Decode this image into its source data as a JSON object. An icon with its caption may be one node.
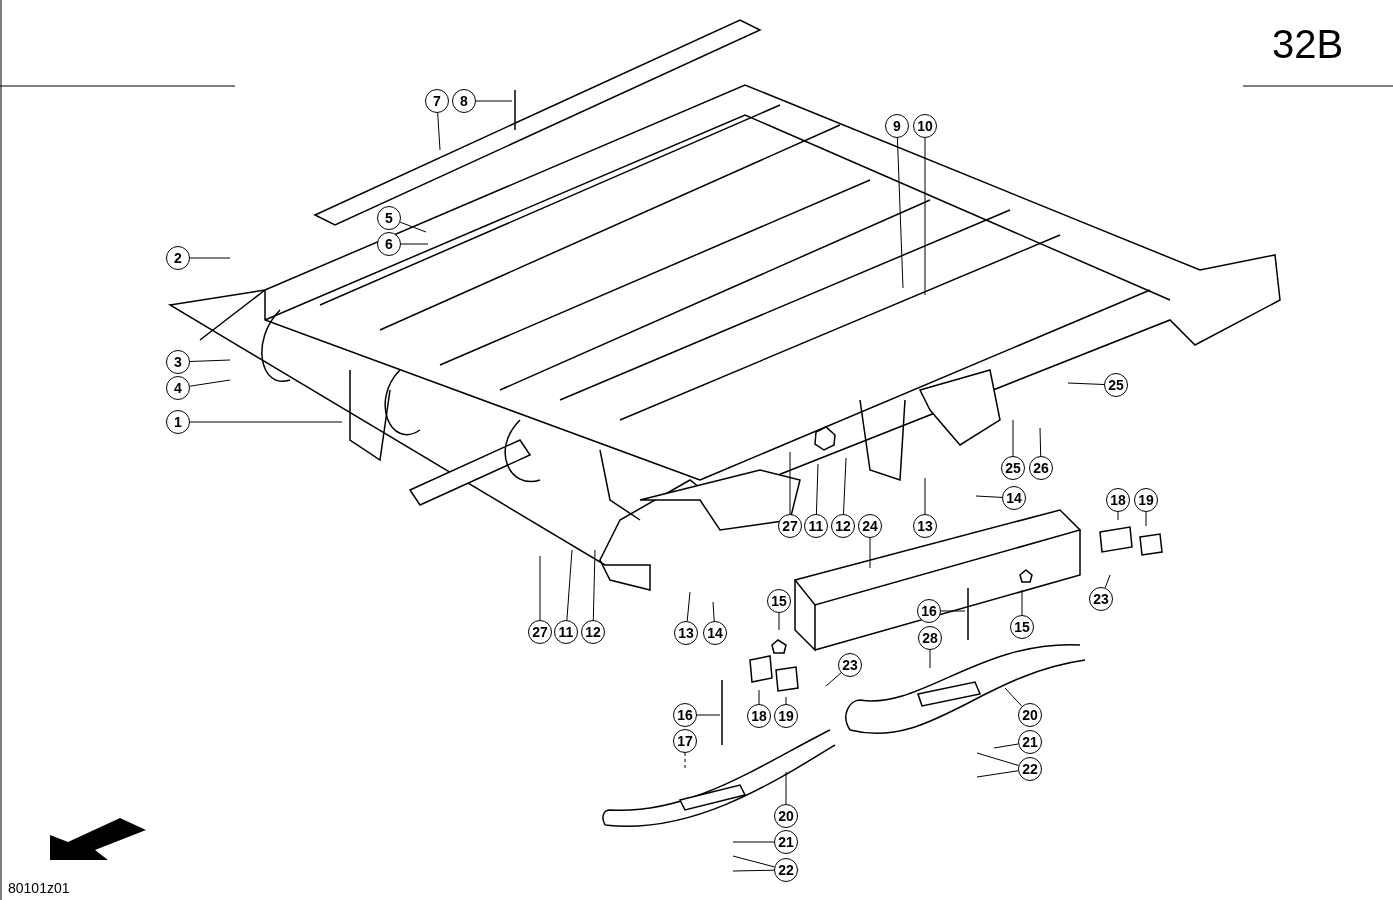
{
  "diagram": {
    "nodes": [
      {
        "text": [
          "7"
        ]
      },
      {
        "text": [
          "8"
        ]
      },
      {
        "text": [
          "9"
        ]
      },
      {
        "text": [
          "10"
        ]
      },
      {
        "text": [
          "5"
        ]
      },
      {
        "text": [
          "6"
        ]
      },
      {
        "text": [
          "2"
        ]
      },
      {
        "text": [
          "3"
        ]
      },
      {
        "text": [
          "4"
        ]
      },
      {
        "text": [
          "25"
        ]
      },
      {
        "text": [
          "1"
        ]
      },
      {
        "text": [
          "25"
        ]
      },
      {
        "text": [
          "26"
        ]
      },
      {
        "text": [
          "14"
        ]
      },
      {
        "text": [
          "18"
        ]
      },
      {
        "text": [
          "19"
        ]
      },
      {
        "text": [
          "27"
        ]
      },
      {
        "text": [
          "11"
        ]
      },
      {
        "text": [
          "12"
        ]
      },
      {
        "text": [
          "24"
        ]
      },
      {
        "text": [
          "13"
        ]
      },
      {
        "text": [
          "23"
        ]
      },
      {
        "text": [
          "15"
        ]
      },
      {
        "text": [
          "16"
        ]
      },
      {
        "text": [
          "15"
        ]
      },
      {
        "text": [
          "27"
        ]
      },
      {
        "text": [
          "11"
        ]
      },
      {
        "text": [
          "12"
        ]
      },
      {
        "text": [
          "13"
        ]
      },
      {
        "text": [
          "14"
        ]
      },
      {
        "text": [
          "23"
        ]
      },
      {
        "text": [
          "28"
        ]
      },
      {
        "text": [
          "16"
        ]
      },
      {
        "text": [
          "20"
        ]
      },
      {
        "text": [
          "18"
        ]
      },
      {
        "text": [
          "19"
        ]
      },
      {
        "text": [
          "17"
        ]
      },
      {
        "text": [
          "21"
        ]
      },
      {
        "text": [
          "22"
        ]
      },
      {
        "text": [
          "20"
        ]
      },
      {
        "text": [
          "21"
        ]
      },
      {
        "text": [
          "22"
        ]
      }
    ],
    "edges": [
      {
        "from": 0,
        "to": null,
        "arrow": "none"
      },
      {
        "from": 1,
        "to": null,
        "arrow": "none"
      },
      {
        "from": 2,
        "to": null,
        "arrow": "none"
      },
      {
        "from": 3,
        "to": null,
        "arrow": "none"
      },
      {
        "from": 4,
        "to": null,
        "arrow": "none"
      },
      {
        "from": 5,
        "to": null,
        "arrow": "none"
      },
      {
        "from": 6,
        "to": null,
        "arrow": "none"
      },
      {
        "from": 7,
        "to": null,
        "arrow": "none"
      },
      {
        "from": 8,
        "to": null,
        "arrow": "none"
      },
      {
        "from": 9,
        "to": null,
        "arrow": "none"
      },
      {
        "from": 10,
        "to": null,
        "arrow": "none"
      },
      {
        "from": 11,
        "to": null,
        "arrow": "none"
      },
      {
        "from": 12,
        "to": null,
        "arrow": "none"
      },
      {
        "from": 13,
        "to": null,
        "arrow": "none"
      },
      {
        "from": 14,
        "to": null,
        "arrow": "none"
      },
      {
        "from": 15,
        "to": null,
        "arrow": "none"
      },
      {
        "from": 16,
        "to": null,
        "arrow": "none"
      },
      {
        "from": 17,
        "to": null,
        "arrow": "none"
      },
      {
        "from": 18,
        "to": null,
        "arrow": "none"
      },
      {
        "from": 19,
        "to": null,
        "arrow": "none"
      },
      {
        "from": 20,
        "to": null,
        "arrow": "none"
      },
      {
        "from": 21,
        "to": null,
        "arrow": "none"
      },
      {
        "from": 22,
        "to": null,
        "arrow": "none"
      },
      {
        "from": 23,
        "to": null,
        "arrow": "none"
      },
      {
        "from": 24,
        "to": null,
        "arrow": "none"
      },
      {
        "from": 25,
        "to": null,
        "arrow": "none"
      },
      {
        "from": 26,
        "to": null,
        "arrow": "none"
      },
      {
        "from": 27,
        "to": null,
        "arrow": "none"
      },
      {
        "from": 28,
        "to": null,
        "arrow": "none"
      },
      {
        "from": 29,
        "to": null,
        "arrow": "none"
      },
      {
        "from": 30,
        "to": null,
        "arrow": "none"
      },
      {
        "from": 31,
        "to": null,
        "arrow": "none"
      },
      {
        "from": 32,
        "to": null,
        "arrow": "none"
      },
      {
        "from": 33,
        "to": null,
        "arrow": "none"
      },
      {
        "from": 34,
        "to": null,
        "arrow": "none"
      },
      {
        "from": 35,
        "to": null,
        "arrow": "none"
      },
      {
        "from": 36,
        "to": null,
        "arrow": "none",
        "style": "dashed"
      },
      {
        "from": 37,
        "to": null,
        "arrow": "none"
      },
      {
        "from": 38,
        "to": null,
        "arrow": "none"
      },
      {
        "from": 38,
        "to": null,
        "arrow": "none"
      },
      {
        "from": 39,
        "to": null,
        "arrow": "none"
      },
      {
        "from": 40,
        "to": null,
        "arrow": "none"
      },
      {
        "from": 41,
        "to": null,
        "arrow": "none"
      },
      {
        "from": 41,
        "to": null,
        "arrow": "none"
      }
    ],
    "labels": [
      "32B",
      "80101z01"
    ]
  }
}
